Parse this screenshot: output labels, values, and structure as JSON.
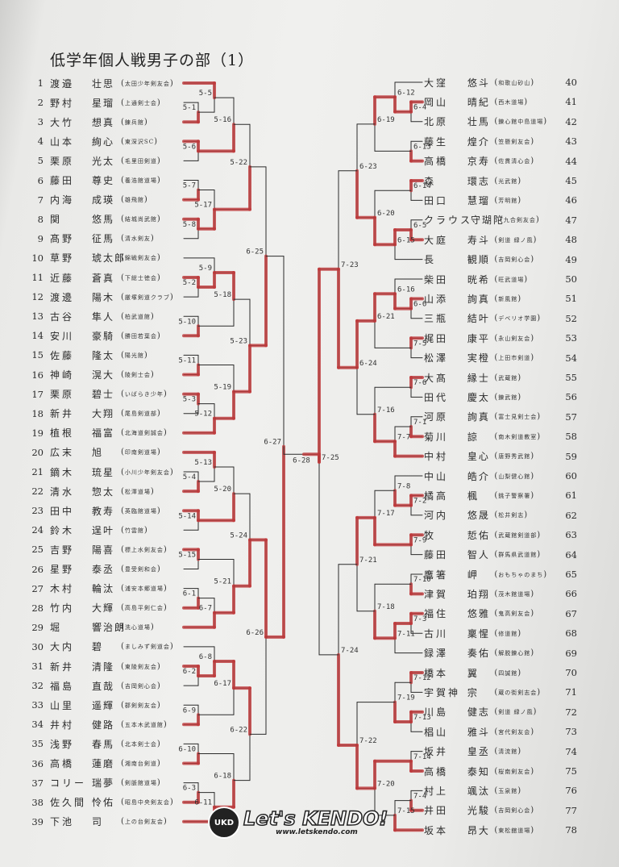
{
  "title": "低学年個人戦男子の部（1）",
  "colors": {
    "line": "#2b2b2b",
    "winner": "#c0393b"
  },
  "watermark": {
    "badge": "UKD",
    "text": "Let's KENDO!",
    "url": "www.letskendo.com"
  },
  "left_players": [
    {
      "no": "1",
      "sn": "渡邉",
      "gn": "壮思",
      "club": "太田少年剣友会"
    },
    {
      "no": "2",
      "sn": "野村",
      "gn": "星瑠",
      "club": "上通剣士会"
    },
    {
      "no": "3",
      "sn": "大竹",
      "gn": "想真",
      "club": "錬兵館"
    },
    {
      "no": "4",
      "sn": "山本",
      "gn": "絢心",
      "club": "東深沢SC"
    },
    {
      "no": "5",
      "sn": "栗原",
      "gn": "光太",
      "club": "毛里田剣道"
    },
    {
      "no": "6",
      "sn": "藤田",
      "gn": "尊史",
      "club": "養浩館道場"
    },
    {
      "no": "7",
      "sn": "内海",
      "gn": "成瑛",
      "club": "雄飛館"
    },
    {
      "no": "8",
      "sn": "関",
      "gn": "悠馬",
      "club": "結城尚武館"
    },
    {
      "no": "9",
      "sn": "髙野",
      "gn": "征馬",
      "club": "清水剣友"
    },
    {
      "no": "10",
      "sn": "草野",
      "gn": "琥太郎",
      "club": "錦戦剣友会"
    },
    {
      "no": "11",
      "sn": "近藤",
      "gn": "蒼真",
      "club": "下総士徳会"
    },
    {
      "no": "12",
      "sn": "渡邊",
      "gn": "陽木",
      "club": "厳塚剣道クラブ"
    },
    {
      "no": "13",
      "sn": "古谷",
      "gn": "隼人",
      "club": "柏武道館"
    },
    {
      "no": "14",
      "sn": "安川",
      "gn": "豪騎",
      "club": "勝田若葉会"
    },
    {
      "no": "15",
      "sn": "佐藤",
      "gn": "隆太",
      "club": "陽光館"
    },
    {
      "no": "16",
      "sn": "神崎",
      "gn": "滉大",
      "club": "陵剣士会"
    },
    {
      "no": "17",
      "sn": "栗原",
      "gn": "碧士",
      "club": "いばらき少年"
    },
    {
      "no": "18",
      "sn": "新井",
      "gn": "大翔",
      "club": "尾島剣道部"
    },
    {
      "no": "19",
      "sn": "植根",
      "gn": "福富",
      "club": "北海道剣誠会"
    },
    {
      "no": "20",
      "sn": "広末",
      "gn": "旭",
      "club": "印南剣道場"
    },
    {
      "no": "21",
      "sn": "鏑木",
      "gn": "琉星",
      "club": "小川少年剣友会"
    },
    {
      "no": "22",
      "sn": "清水",
      "gn": "惣太",
      "club": "松澤道場"
    },
    {
      "no": "23",
      "sn": "田中",
      "gn": "教寿",
      "club": "英臨館道場"
    },
    {
      "no": "24",
      "sn": "鈴木",
      "gn": "逞叶",
      "club": "竹雲館"
    },
    {
      "no": "25",
      "sn": "吉野",
      "gn": "陽喜",
      "club": "標上水剣友会"
    },
    {
      "no": "26",
      "sn": "星野",
      "gn": "泰丞",
      "club": "豊受剣和会"
    },
    {
      "no": "27",
      "sn": "木村",
      "gn": "輪汰",
      "club": "浦安本郷道場"
    },
    {
      "no": "28",
      "sn": "竹内",
      "gn": "大輝",
      "club": "高島平剣仁会"
    },
    {
      "no": "29",
      "sn": "堀",
      "gn": "響治朗",
      "club": "洗心道場"
    },
    {
      "no": "30",
      "sn": "大内",
      "gn": "碧",
      "club": "ましみず剣道会"
    },
    {
      "no": "31",
      "sn": "新井",
      "gn": "清隆",
      "club": "東陵剣友会"
    },
    {
      "no": "32",
      "sn": "福島",
      "gn": "直哉",
      "club": "吉岡剣心会"
    },
    {
      "no": "33",
      "sn": "山里",
      "gn": "遥輝",
      "club": "郡剣剣友会"
    },
    {
      "no": "34",
      "sn": "井村",
      "gn": "健路",
      "club": "五本木武道館"
    },
    {
      "no": "35",
      "sn": "浅野",
      "gn": "春馬",
      "club": "北本剣士会"
    },
    {
      "no": "36",
      "sn": "高橋",
      "gn": "蓮磨",
      "club": "湘南台剣道"
    },
    {
      "no": "37",
      "sn": "コリー",
      "gn": "瑞夢",
      "club": "剣脈館道場"
    },
    {
      "no": "38",
      "sn": "佐久間",
      "gn": "怜佑",
      "club": "昭島中央剣友会"
    },
    {
      "no": "39",
      "sn": "下池",
      "gn": "司",
      "club": "上の台剣友会"
    }
  ],
  "right_players": [
    {
      "no": "40",
      "sn": "大窪",
      "gn": "悠斗",
      "club": "和歌山砂山"
    },
    {
      "no": "41",
      "sn": "岡山",
      "gn": "晴紀",
      "club": "西木道場"
    },
    {
      "no": "42",
      "sn": "北原",
      "gn": "壮馬",
      "club": "錬心館中島道場"
    },
    {
      "no": "43",
      "sn": "藤生",
      "gn": "煌介",
      "club": "笠懸剣友会"
    },
    {
      "no": "44",
      "sn": "高橋",
      "gn": "京寿",
      "club": "佐貫清心会"
    },
    {
      "no": "45",
      "sn": "森",
      "gn": "環志",
      "club": "光武館"
    },
    {
      "no": "46",
      "sn": "田口",
      "gn": "慧瑠",
      "club": "芳明館"
    },
    {
      "no": "47",
      "sn": "クラウス",
      "gn": "守瑚陀",
      "club": "九合剣友会"
    },
    {
      "no": "48",
      "sn": "大庭",
      "gn": "寿斗",
      "club": "剣道 緑ノ風"
    },
    {
      "no": "49",
      "sn": "長",
      "gn": "観順",
      "club": "吉岡剣心会"
    },
    {
      "no": "50",
      "sn": "柴田",
      "gn": "晄希",
      "club": "旺武道場"
    },
    {
      "no": "51",
      "sn": "山添",
      "gn": "詢真",
      "club": "新風館"
    },
    {
      "no": "52",
      "sn": "三瓶",
      "gn": "結叶",
      "club": "デベリオ学園"
    },
    {
      "no": "53",
      "sn": "梶田",
      "gn": "康平",
      "club": "永山剣友会"
    },
    {
      "no": "54",
      "sn": "松澤",
      "gn": "実橙",
      "club": "上田市剣道"
    },
    {
      "no": "55",
      "sn": "大髙",
      "gn": "縁士",
      "club": "武蔵館"
    },
    {
      "no": "56",
      "sn": "田代",
      "gn": "慶太",
      "club": "錬武館"
    },
    {
      "no": "57",
      "sn": "河原",
      "gn": "詢真",
      "club": "富士見剣士会"
    },
    {
      "no": "58",
      "sn": "菊川",
      "gn": "諒",
      "club": "南木剣道教室"
    },
    {
      "no": "59",
      "sn": "中村",
      "gn": "皇心",
      "club": "唐野秀武館"
    },
    {
      "no": "60",
      "sn": "中山",
      "gn": "皓介",
      "club": "山梨健心館"
    },
    {
      "no": "61",
      "sn": "橘高",
      "gn": "楓",
      "club": "銚子警察署"
    },
    {
      "no": "62",
      "sn": "河内",
      "gn": "悠晟",
      "club": "松井剣志"
    },
    {
      "no": "63",
      "sn": "牧",
      "gn": "悊佑",
      "club": "武蔵館剣道部"
    },
    {
      "no": "64",
      "sn": "藤田",
      "gn": "智人",
      "club": "群馬県武道館"
    },
    {
      "no": "65",
      "sn": "鷹箸",
      "gn": "岬",
      "club": "おもちゃのまち"
    },
    {
      "no": "66",
      "sn": "津賀",
      "gn": "珀翔",
      "club": "茂木館道場"
    },
    {
      "no": "67",
      "sn": "福住",
      "gn": "悠雅",
      "club": "鬼高剣友会"
    },
    {
      "no": "68",
      "sn": "古川",
      "gn": "稟惺",
      "club": "修道館"
    },
    {
      "no": "69",
      "sn": "録澤",
      "gn": "奏佑",
      "club": "解脱錬心館"
    },
    {
      "no": "70",
      "sn": "橋本",
      "gn": "翼",
      "club": "四誠館"
    },
    {
      "no": "71",
      "sn": "宇賀神",
      "gn": "宗",
      "club": "蔵の街剣志会"
    },
    {
      "no": "72",
      "sn": "川島",
      "gn": "健志",
      "club": "剣道 緑ノ風"
    },
    {
      "no": "73",
      "sn": "椙山",
      "gn": "雅斗",
      "club": "宮代剣友会"
    },
    {
      "no": "74",
      "sn": "坂井",
      "gn": "皇丞",
      "club": "清流館"
    },
    {
      "no": "75",
      "sn": "高橋",
      "gn": "泰知",
      "club": "桜南剣友会"
    },
    {
      "no": "76",
      "sn": "村上",
      "gn": "颯汰",
      "club": "玉泉館"
    },
    {
      "no": "77",
      "sn": "井田",
      "gn": "光駿",
      "club": "吉岡剣心会"
    },
    {
      "no": "78",
      "sn": "坂本",
      "gn": "昂大",
      "club": "東松舘道場"
    }
  ],
  "matches": [
    {
      "id": "5-1",
      "a": 2,
      "b": 3,
      "w": "b"
    },
    {
      "id": "5-5",
      "a": 1,
      "b": "5-1",
      "w": "a"
    },
    {
      "id": "5-6",
      "a": 4,
      "b": 5,
      "w": "a"
    },
    {
      "id": "5-16",
      "a": "5-5",
      "b": "5-6",
      "w": "b"
    },
    {
      "id": "5-7",
      "a": 6,
      "b": 7,
      "w": "b"
    },
    {
      "id": "5-8",
      "a": 8,
      "b": 9,
      "w": "a"
    },
    {
      "id": "5-17",
      "a": "5-7",
      "b": "5-8",
      "w": "b"
    },
    {
      "id": "5-22",
      "a": "5-16",
      "b": "5-17",
      "w": "b"
    },
    {
      "id": "5-2",
      "a": 11,
      "b": 12,
      "w": "a"
    },
    {
      "id": "5-9",
      "a": 10,
      "b": "5-2",
      "w": "b"
    },
    {
      "id": "5-10",
      "a": 13,
      "b": 14,
      "w": "b"
    },
    {
      "id": "5-18",
      "a": "5-9",
      "b": "5-10",
      "w": "a"
    },
    {
      "id": "5-11",
      "a": 15,
      "b": 16,
      "w": "b"
    },
    {
      "id": "5-3",
      "a": 17,
      "b": 18,
      "w": "a"
    },
    {
      "id": "5-12",
      "a": "5-3",
      "b": 19,
      "w": "b"
    },
    {
      "id": "5-19",
      "a": "5-11",
      "b": "5-12",
      "w": "b"
    },
    {
      "id": "5-23",
      "a": "5-18",
      "b": "5-19",
      "w": "b"
    },
    {
      "id": "6-25",
      "a": "5-22",
      "b": "5-23",
      "w": "b"
    },
    {
      "id": "5-4",
      "a": 21,
      "b": 22,
      "w": "b"
    },
    {
      "id": "5-13",
      "a": 20,
      "b": "5-4",
      "w": "a"
    },
    {
      "id": "5-14",
      "a": 23,
      "b": 24,
      "w": "a"
    },
    {
      "id": "5-20",
      "a": "5-13",
      "b": "5-14",
      "w": "b"
    },
    {
      "id": "5-15",
      "a": 25,
      "b": 26,
      "w": "a"
    },
    {
      "id": "6-1",
      "a": 27,
      "b": 28,
      "w": "b"
    },
    {
      "id": "6-7",
      "a": "6-1",
      "b": 29,
      "w": "b"
    },
    {
      "id": "5-21",
      "a": "5-15",
      "b": "6-7",
      "w": "b"
    },
    {
      "id": "5-24",
      "a": "5-20",
      "b": "5-21",
      "w": "b"
    },
    {
      "id": "6-2",
      "a": 31,
      "b": 32,
      "w": "a"
    },
    {
      "id": "6-8",
      "a": 30,
      "b": "6-2",
      "w": "b"
    },
    {
      "id": "6-9",
      "a": 33,
      "b": 34,
      "w": "b"
    },
    {
      "id": "6-17",
      "a": "6-8",
      "b": "6-9",
      "w": "a"
    },
    {
      "id": "6-10",
      "a": 35,
      "b": 36,
      "w": "b"
    },
    {
      "id": "6-3",
      "a": 37,
      "b": 38,
      "w": "b"
    },
    {
      "id": "6-11",
      "a": "6-3",
      "b": 39,
      "w": "b"
    },
    {
      "id": "6-18",
      "a": "6-10",
      "b": "6-11",
      "w": "b"
    },
    {
      "id": "6-22",
      "a": "6-17",
      "b": "6-18",
      "w": "a"
    },
    {
      "id": "6-26",
      "a": "5-24",
      "b": "6-22",
      "w": "a"
    },
    {
      "id": "6-27",
      "a": "6-25",
      "b": "6-26",
      "w": "b"
    },
    {
      "id": "6-4",
      "a": 41,
      "b": 42,
      "w": "a"
    },
    {
      "id": "6-12",
      "a": 40,
      "b": "6-4",
      "w": "b"
    },
    {
      "id": "6-13",
      "a": 43,
      "b": 44,
      "w": "b"
    },
    {
      "id": "6-19",
      "a": "6-12",
      "b": "6-13",
      "w": "a"
    },
    {
      "id": "6-14",
      "a": 45,
      "b": 46,
      "w": "a"
    },
    {
      "id": "6-5",
      "a": 47,
      "b": 48,
      "w": "b"
    },
    {
      "id": "6-15",
      "a": "6-5",
      "b": 49,
      "w": "a"
    },
    {
      "id": "6-20",
      "a": "6-14",
      "b": "6-15",
      "w": "b"
    },
    {
      "id": "6-23",
      "a": "6-19",
      "b": "6-20",
      "w": "b"
    },
    {
      "id": "6-6",
      "a": 51,
      "b": 52,
      "w": "a"
    },
    {
      "id": "6-16",
      "a": 50,
      "b": "6-6",
      "w": "b"
    },
    {
      "id": "7-5",
      "a": 53,
      "b": 54,
      "w": "a"
    },
    {
      "id": "6-21",
      "a": "6-16",
      "b": "7-5",
      "w": "a"
    },
    {
      "id": "7-6",
      "a": 55,
      "b": 56,
      "w": "a"
    },
    {
      "id": "7-1",
      "a": 57,
      "b": 58,
      "w": "b"
    },
    {
      "id": "7-7",
      "a": "7-1",
      "b": 59,
      "w": "b"
    },
    {
      "id": "7-16",
      "a": "7-6",
      "b": "7-7",
      "w": "b"
    },
    {
      "id": "6-24",
      "a": "6-21",
      "b": "7-16",
      "w": "a"
    },
    {
      "id": "7-23",
      "a": "6-23",
      "b": "6-24",
      "w": "b"
    },
    {
      "id": "7-2",
      "a": 61,
      "b": 62,
      "w": "a"
    },
    {
      "id": "7-8",
      "a": 60,
      "b": "7-2",
      "w": "b"
    },
    {
      "id": "7-9",
      "a": 63,
      "b": 64,
      "w": "a"
    },
    {
      "id": "7-17",
      "a": "7-8",
      "b": "7-9",
      "w": "b"
    },
    {
      "id": "7-10",
      "a": 65,
      "b": 66,
      "w": "b"
    },
    {
      "id": "7-3",
      "a": 67,
      "b": 68,
      "w": "a"
    },
    {
      "id": "7-11",
      "a": "7-3",
      "b": 69,
      "w": "a"
    },
    {
      "id": "7-18",
      "a": "7-10",
      "b": "7-11",
      "w": "b"
    },
    {
      "id": "7-21",
      "a": "7-17",
      "b": "7-18",
      "w": "a"
    },
    {
      "id": "7-12",
      "a": 70,
      "b": 71,
      "w": "a"
    },
    {
      "id": "7-13",
      "a": 72,
      "b": 73,
      "w": "a"
    },
    {
      "id": "7-19",
      "a": "7-12",
      "b": "7-13",
      "w": "b"
    },
    {
      "id": "7-14",
      "a": 74,
      "b": 75,
      "w": "b"
    },
    {
      "id": "7-4",
      "a": 76,
      "b": 77,
      "w": "b"
    },
    {
      "id": "7-15",
      "a": "7-4",
      "b": 78,
      "w": "b"
    },
    {
      "id": "7-20",
      "a": "7-14",
      "b": "7-15",
      "w": "a"
    },
    {
      "id": "7-22",
      "a": "7-19",
      "b": "7-20",
      "w": "b"
    },
    {
      "id": "7-24",
      "a": "7-21",
      "b": "7-22",
      "w": "b"
    },
    {
      "id": "7-25",
      "a": "7-23",
      "b": "7-24",
      "w": "a"
    }
  ],
  "final": {
    "id": "6-28",
    "a": "6-27",
    "b": "7-25"
  }
}
